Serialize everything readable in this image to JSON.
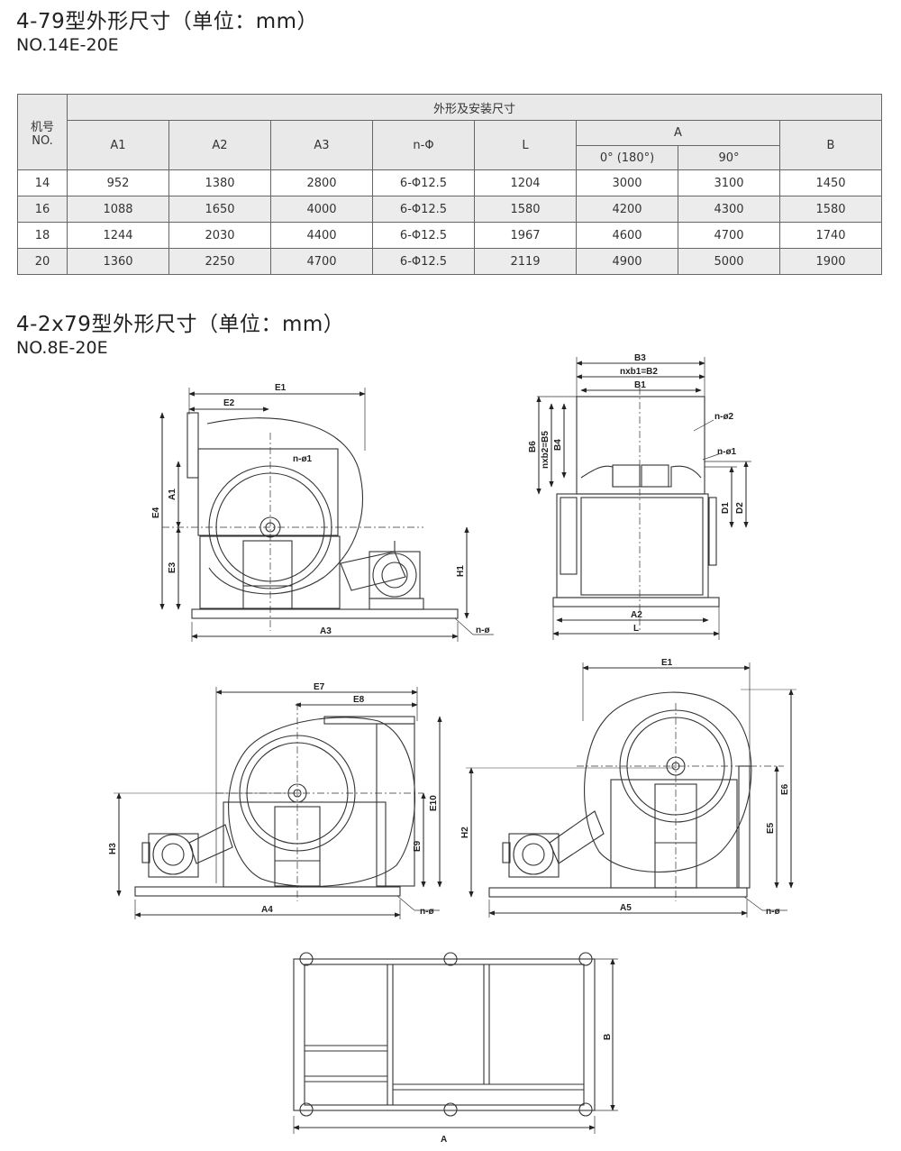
{
  "section1": {
    "title": "4-79型外形尺寸（单位：mm）",
    "subtitle": "NO.14E-20E"
  },
  "table": {
    "group_header": "外形及安装尺寸",
    "machine_header_line1": "机号",
    "machine_header_line2": "NO.",
    "columns": [
      "A1",
      "A2",
      "A3",
      "n-Φ",
      "L",
      "A",
      "B"
    ],
    "a_subcolumns": [
      "0° (180°)",
      "90°"
    ],
    "rows": [
      [
        "14",
        "952",
        "1380",
        "2800",
        "6-Φ12.5",
        "1204",
        "3000",
        "3100",
        "1450"
      ],
      [
        "16",
        "1088",
        "1650",
        "4000",
        "6-Φ12.5",
        "1580",
        "4200",
        "4300",
        "1580"
      ],
      [
        "18",
        "1244",
        "2030",
        "4400",
        "6-Φ12.5",
        "1967",
        "4600",
        "4700",
        "1740"
      ],
      [
        "20",
        "1360",
        "2250",
        "4700",
        "6-Φ12.5",
        "2119",
        "4900",
        "5000",
        "1900"
      ]
    ]
  },
  "section2": {
    "title": "4-2x79型外形尺寸（单位：mm）",
    "subtitle": "NO.8E-20E"
  },
  "drawing_labels": {
    "side": {
      "e1": "E1",
      "e2": "E2",
      "e3": "E3",
      "e4": "E4",
      "a1": "A1",
      "a3": "A3",
      "h1": "H1",
      "n_phi1": "n-ø1",
      "n_phi": "n-ø"
    },
    "front": {
      "b3": "B3",
      "nxb1": "nxb1=B2",
      "b1": "B1",
      "b6": "B6",
      "nxb2": "nxb2=B5",
      "b4": "B4",
      "n_phi2": "n-ø2",
      "n_phi1": "n-ø1",
      "d1": "D1",
      "d2": "D2",
      "a2": "A2",
      "l": "L"
    },
    "left": {
      "e7": "E7",
      "e8": "E8",
      "e9": "E9",
      "e10": "E10",
      "h3": "H3",
      "a4": "A4",
      "n_phi": "n-ø"
    },
    "right": {
      "e1": "E1",
      "e5": "E5",
      "e6": "E6",
      "h2": "H2",
      "a5": "A5",
      "n_phi": "n-ø"
    },
    "base": {
      "a": "A",
      "b": "B"
    }
  }
}
